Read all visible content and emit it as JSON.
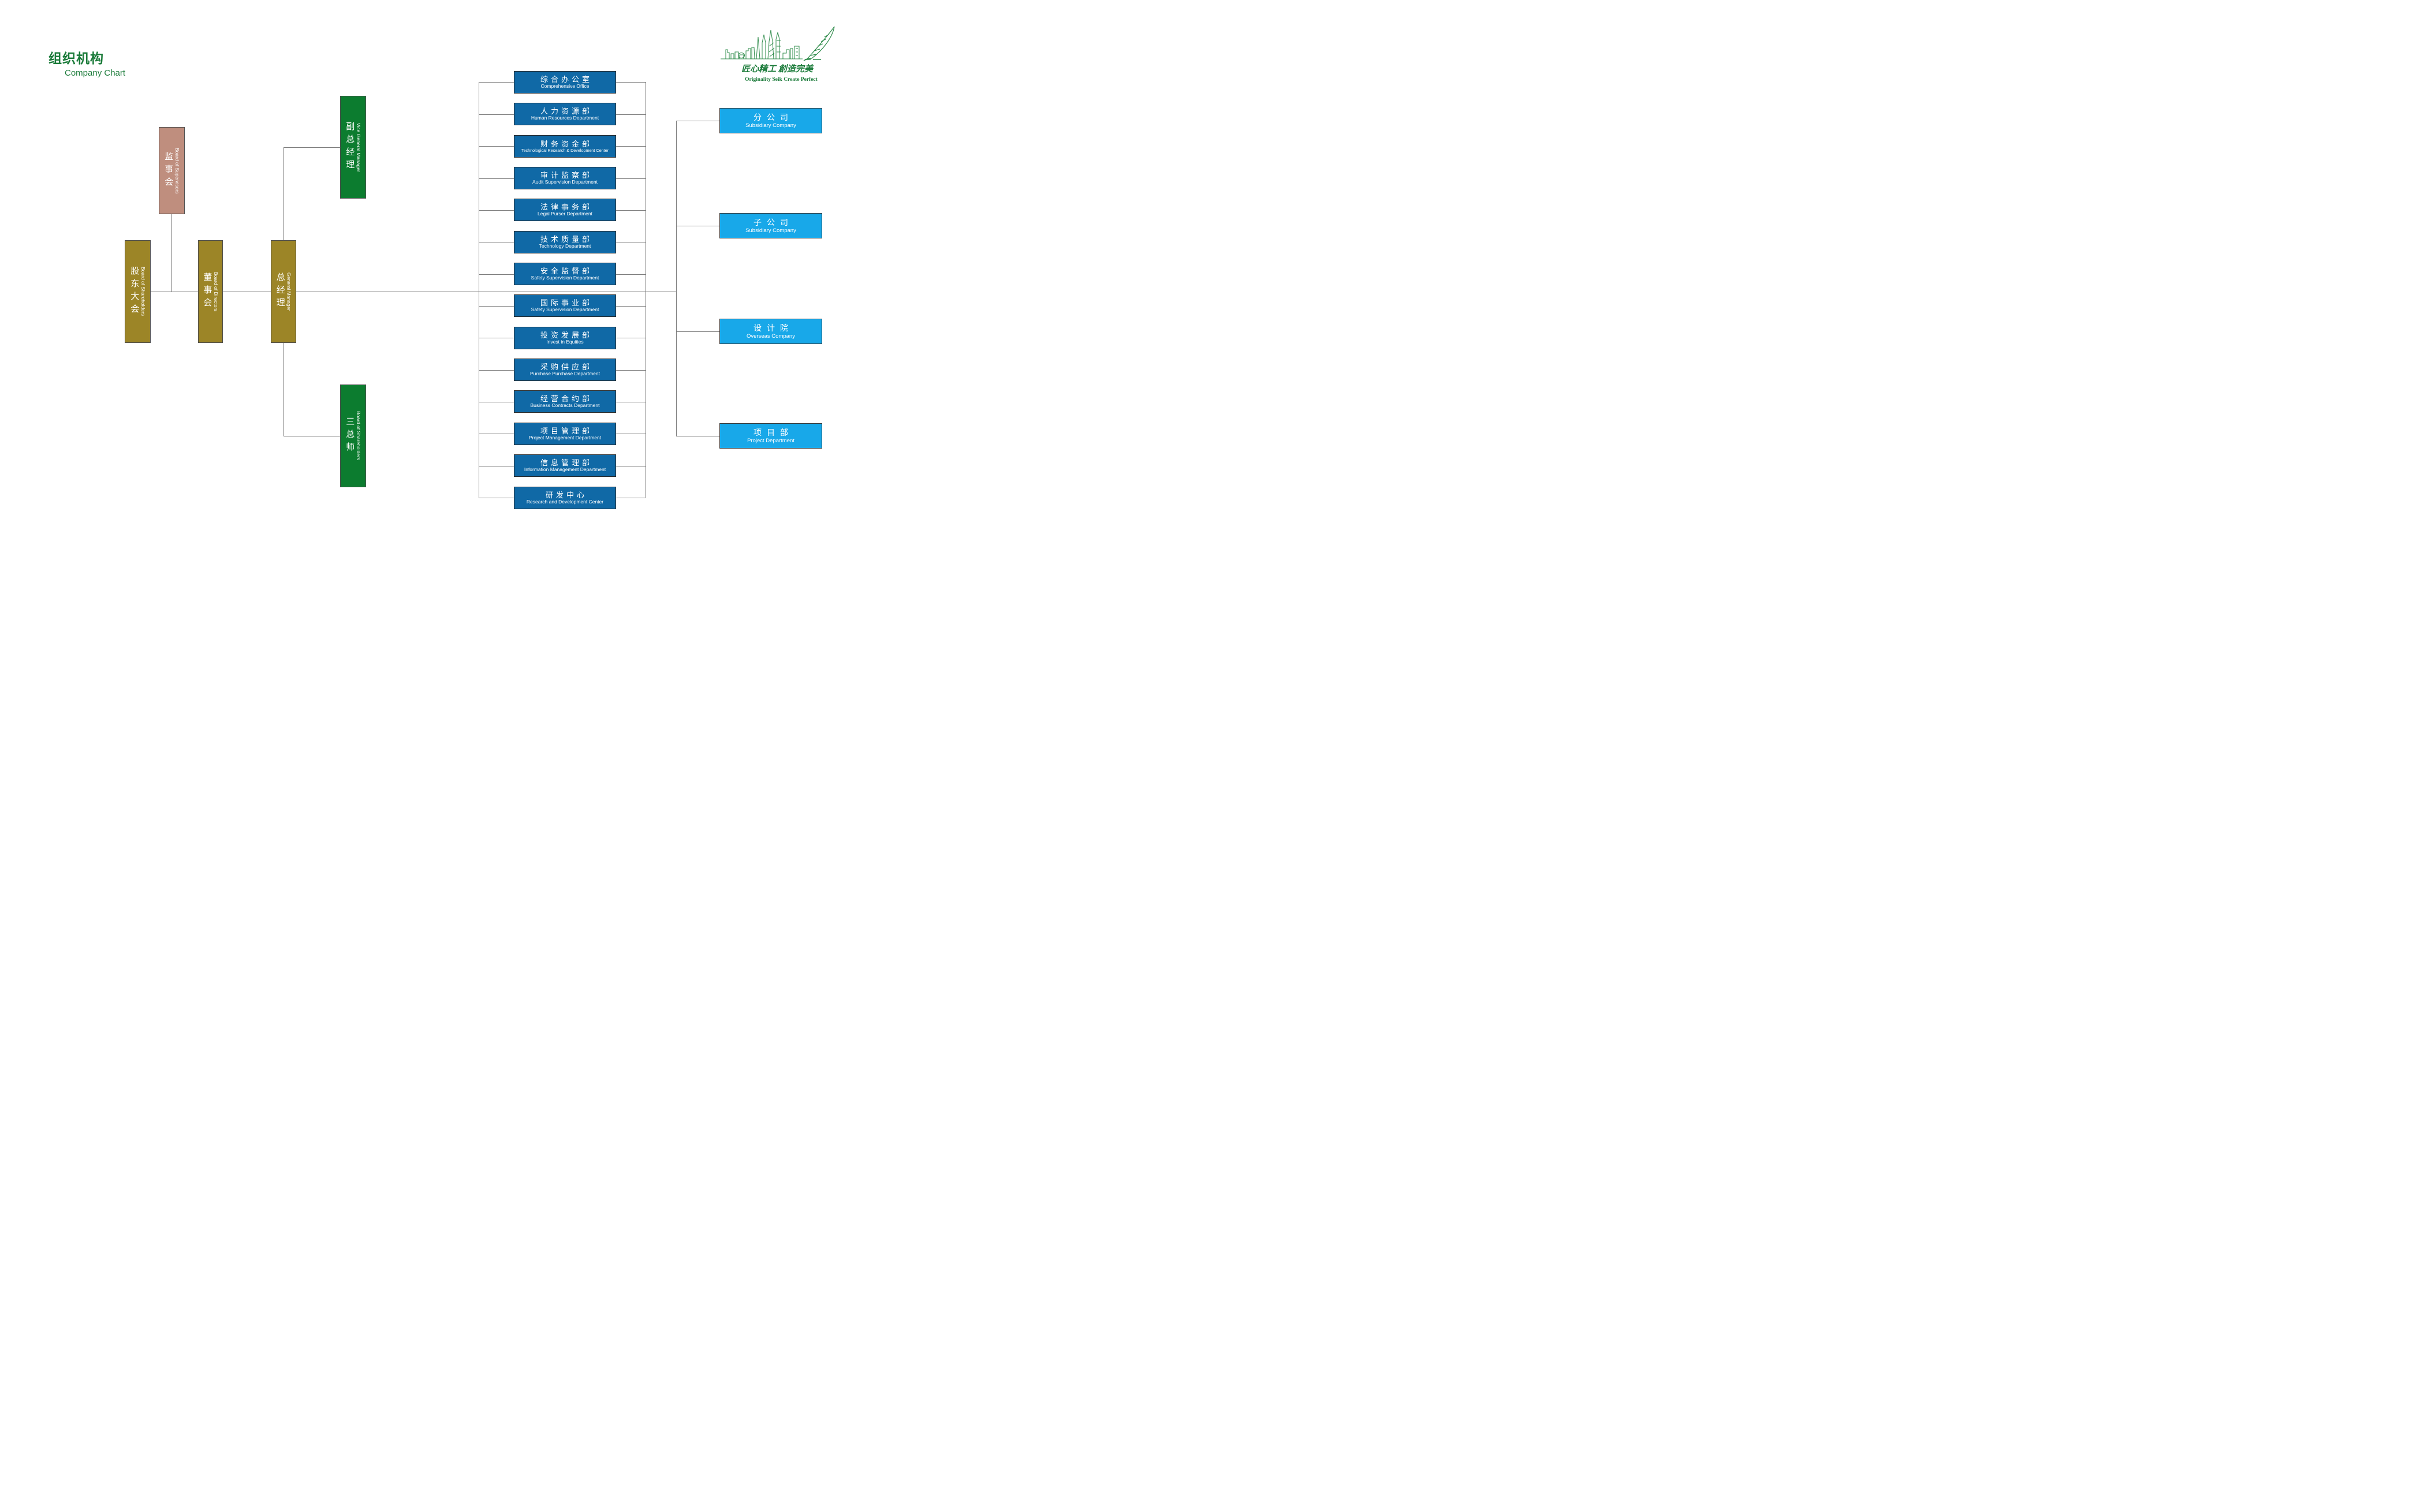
{
  "page": {
    "title_cn": "组织机构",
    "title_en": "Company Chart"
  },
  "logo": {
    "slogan_cn": "匠心精工 創造完美",
    "slogan_en": "Originality Seik    Create Perfect"
  },
  "colors": {
    "accent_green": "#1b7b3a",
    "box_mauve": "#bf8e7e",
    "box_olive": "#9c8527",
    "box_green": "#0c7c2f",
    "box_blue": "#1069a6",
    "box_lightblue": "#18a8e9",
    "line_gray": "#7d7d7d"
  },
  "governance": {
    "supervisors": {
      "cn": "监事会",
      "en": "Board of Supervisors"
    },
    "shareholders": {
      "cn": "股东大会",
      "en": "Board of Shareholders"
    },
    "directors": {
      "cn": "董事会",
      "en": "Board of Directors"
    },
    "general_manager": {
      "cn": "总经理",
      "en": "General Manager"
    },
    "vice_general_manager": {
      "cn": "副总经理",
      "en": "Vice General Manager"
    },
    "three_chiefs": {
      "cn": "三总师",
      "en": "Board of Shareholders"
    }
  },
  "departments": [
    {
      "cn": "综合办公室",
      "en": "Comprehensive Office"
    },
    {
      "cn": "人力资源部",
      "en": "Human Resources Department"
    },
    {
      "cn": "财务资金部",
      "en": "Technological Research & Development Center"
    },
    {
      "cn": "审计监察部",
      "en": "Audit Supervision Department"
    },
    {
      "cn": "法律事务部",
      "en": "Legal Purser Department"
    },
    {
      "cn": "技术质量部",
      "en": "Technology Department"
    },
    {
      "cn": "安全监督部",
      "en": "Safety Supervision Department"
    },
    {
      "cn": "国际事业部",
      "en": "Safety Supervision Department"
    },
    {
      "cn": "投资发展部",
      "en": "Invest in Equities"
    },
    {
      "cn": "采购供应部",
      "en": "Purchase Purchase Department"
    },
    {
      "cn": "经营合约部",
      "en": "Business Contracts Department"
    },
    {
      "cn": "项目管理部",
      "en": "Project Management Department"
    },
    {
      "cn": "信息管理部",
      "en": "Information Management Department"
    },
    {
      "cn": "研发中心",
      "en": "Research and Development Center"
    }
  ],
  "subsidiaries": [
    {
      "cn": "分公司",
      "en": "Subsidiary Company"
    },
    {
      "cn": "子公司",
      "en": "Subsidiary Company"
    },
    {
      "cn": "设计院",
      "en": "Overseas Company"
    },
    {
      "cn": "项目部",
      "en": "Project Department"
    }
  ]
}
